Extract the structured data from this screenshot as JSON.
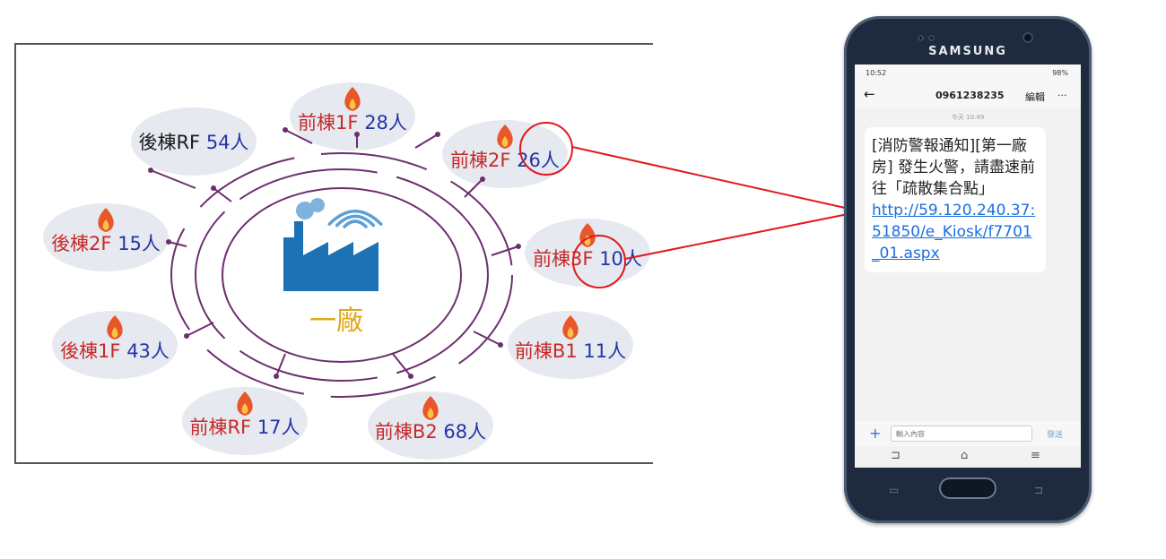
{
  "diagram": {
    "factory_label": "一廠",
    "zones": [
      {
        "id": "front-1f",
        "area": "前棟1F",
        "count": "28人",
        "fire": true
      },
      {
        "id": "front-2f",
        "area": "前棟2F",
        "count": "26人",
        "fire": true,
        "highlighted": true
      },
      {
        "id": "front-3f",
        "area": "前棟3F",
        "count": "10人",
        "fire": true,
        "highlighted": true
      },
      {
        "id": "front-b1",
        "area": "前棟B1",
        "count": "11人",
        "fire": true
      },
      {
        "id": "front-b2",
        "area": "前棟B2",
        "count": "68人",
        "fire": true
      },
      {
        "id": "front-rf",
        "area": "前棟RF",
        "count": "17人",
        "fire": true
      },
      {
        "id": "rear-1f",
        "area": "後棟1F",
        "count": "43人",
        "fire": true
      },
      {
        "id": "rear-2f",
        "area": "後棟2F",
        "count": "15人",
        "fire": true
      },
      {
        "id": "rear-rf",
        "area": "後棟RF",
        "count": "54人",
        "fire": false
      }
    ],
    "colors": {
      "area_text": "#c72a2a",
      "area_text_no_fire": "#1a1a1a",
      "count_text": "#2335a6",
      "circuit": "#6b2f6e",
      "bubble": "#e6e9ef",
      "factory": "#1c72b4",
      "factory_label": "#e0a81a",
      "highlight": "#e0191f"
    }
  },
  "phone": {
    "brand": "SAMSUNG",
    "status": {
      "left": "10:52",
      "right": "98%"
    },
    "header": {
      "contact": "0961238235",
      "edit": "編輯",
      "more": "···",
      "back": "←"
    },
    "timestamp": "今天 10:49",
    "message": {
      "text": "[消防警報通知][第一廠房] 發生火警，請盡速前往「疏散集合點」",
      "link": "http://59.120.240.37:51850/e_Kiosk/f7701_01.aspx"
    },
    "input": {
      "placeholder": "輸入內容",
      "send": "發送",
      "plus": "+"
    },
    "nav": {
      "back": "⊐",
      "home": "⌂",
      "menu": "≡"
    }
  }
}
